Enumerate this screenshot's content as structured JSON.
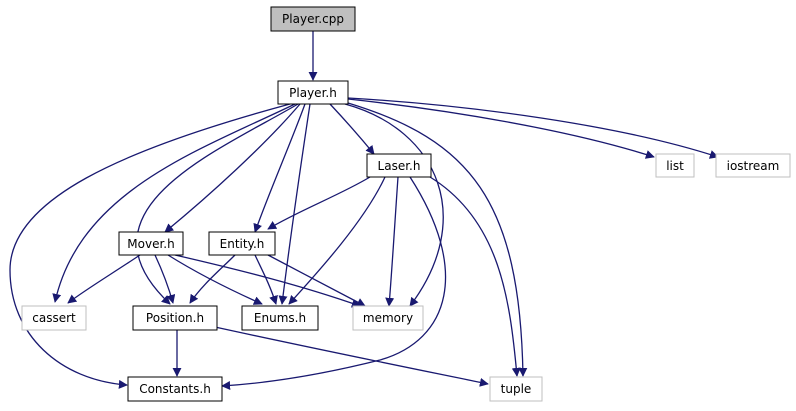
{
  "colors": {
    "edge": "#191970",
    "node_border": "#000000",
    "external_border": "#bfbfbf",
    "root_fill": "#bfbfbf",
    "node_fill": "#ffffff",
    "text": "#000000",
    "external_text": "#000000"
  },
  "nodes": {
    "player_cpp": "Player.cpp",
    "player_h": "Player.h",
    "laser_h": "Laser.h",
    "list": "list",
    "iostream": "iostream",
    "mover_h": "Mover.h",
    "entity_h": "Entity.h",
    "cassert": "cassert",
    "position_h": "Position.h",
    "enums_h": "Enums.h",
    "memory": "memory",
    "constants_h": "Constants.h",
    "tuple": "tuple"
  }
}
